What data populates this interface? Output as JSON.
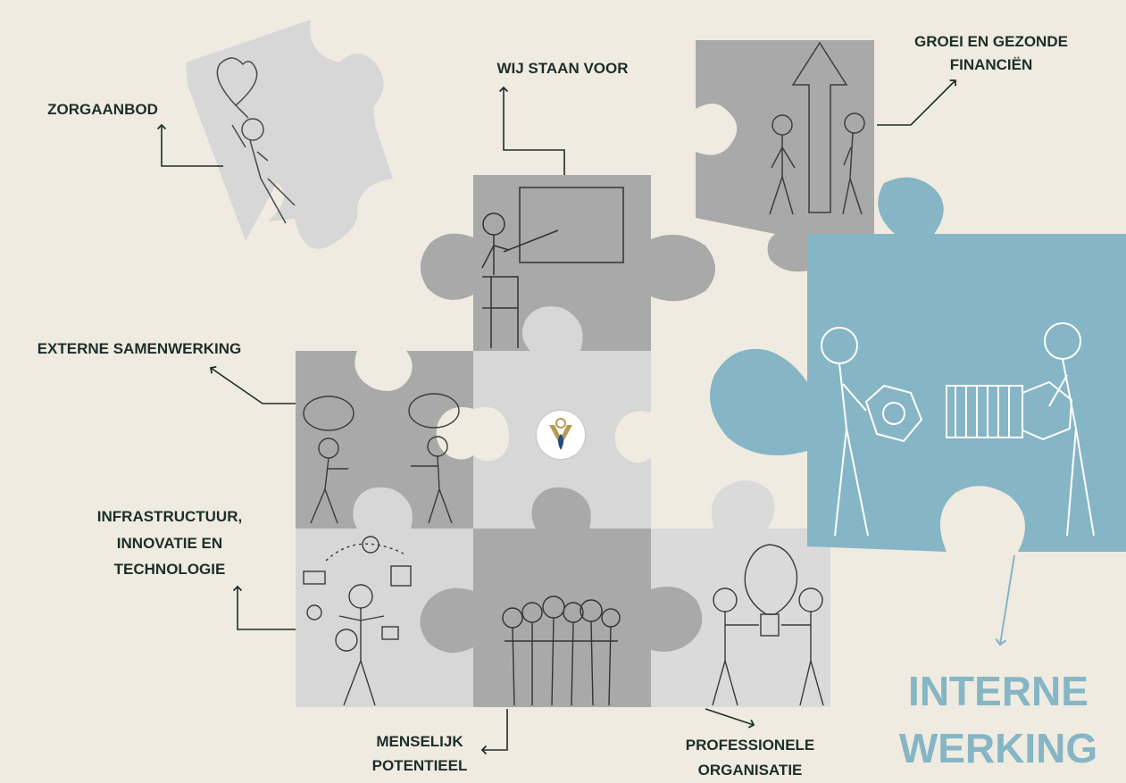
{
  "labels": {
    "zorgaanbod": "ZORGAANBOD",
    "wij_staan_voor": "WIJ STAAN VOOR",
    "groei_line1": "GROEI EN GEZONDE",
    "groei_line2": "FINANCIËN",
    "externe": "EXTERNE SAMENWERKING",
    "infra_line1": "INFRASTRUCTUUR,",
    "infra_line2": "INNOVATIE EN",
    "infra_line3": "TECHNOLOGIE",
    "menselijk_line1": "MENSELIJK",
    "menselijk_line2": "POTENTIEEL",
    "prof_line1": "PROFESSIONELE",
    "prof_line2": "ORGANISATIE",
    "interne_line1": "INTERNE",
    "interne_line2": "WERKING"
  },
  "colors": {
    "background": "#efebe1",
    "label_text": "#1d2e28",
    "accent_blue": "#86b5c5",
    "piece_dark": "#a8a8a8",
    "piece_light": "#d3d3d3",
    "piece_lighter": "#dadada"
  },
  "icons": [
    "heart-balloon-figure-icon",
    "teacher-board-figure-icon",
    "growth-arrow-figures-icon",
    "thinking-puzzle-figures-icon",
    "juggler-tech-figure-icon",
    "team-group-figures-icon",
    "lightbulb-figures-icon",
    "nut-bolt-figures-icon",
    "organization-logo-icon"
  ]
}
